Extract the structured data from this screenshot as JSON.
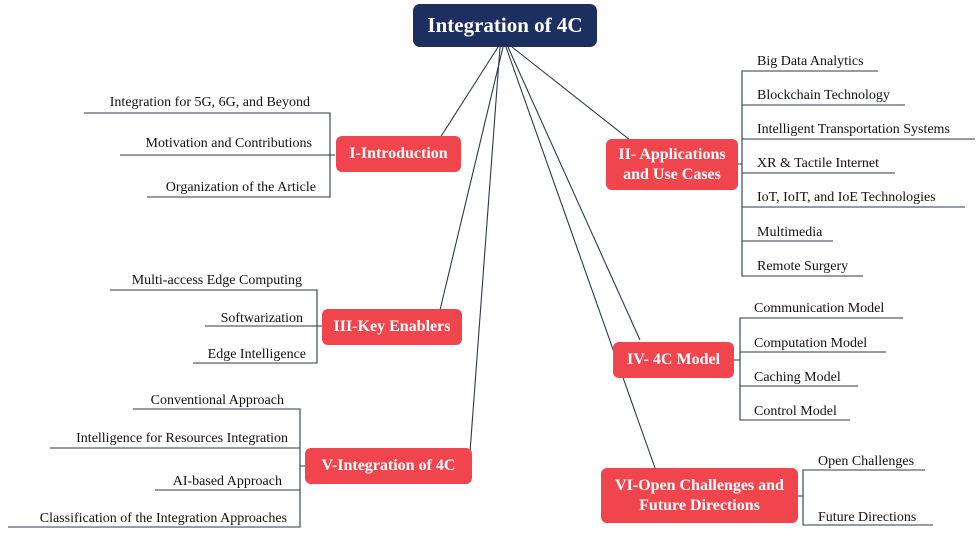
{
  "root": {
    "label": "Integration of 4C"
  },
  "sections": {
    "intro": {
      "label": "I-Introduction"
    },
    "applications": {
      "line1": "II- Applications",
      "line2": "and Use Cases"
    },
    "enablers": {
      "label": "III-Key Enablers"
    },
    "model": {
      "label": "IV- 4C Model"
    },
    "integration": {
      "label": "V-Integration of 4C"
    },
    "challenges": {
      "line1": "VI-Open Challenges and",
      "line2": "Future Directions"
    }
  },
  "leaves": {
    "intro": [
      "Integration for 5G, 6G, and Beyond",
      "Motivation and Contributions",
      "Organization of the Article"
    ],
    "applications": [
      "Big Data Analytics",
      "Blockchain Technology",
      "Intelligent Transportation Systems",
      "XR & Tactile Internet",
      "IoT, IoIT, and IoE Technologies",
      "Multimedia",
      "Remote Surgery"
    ],
    "enablers": [
      "Multi-access Edge Computing",
      "Softwarization",
      "Edge Intelligence"
    ],
    "model": [
      "Communication Model",
      "Computation Model",
      "Caching Model",
      "Control Model"
    ],
    "integration": [
      "Conventional Approach",
      "Intelligence for Resources Integration",
      "AI-based Approach",
      "Classification of the Integration Approaches"
    ],
    "challenges": [
      "Open Challenges",
      "Future Directions"
    ]
  },
  "colors": {
    "root": "#1d2f5e",
    "section": "#f0454d",
    "line": "#2b3a4a"
  }
}
